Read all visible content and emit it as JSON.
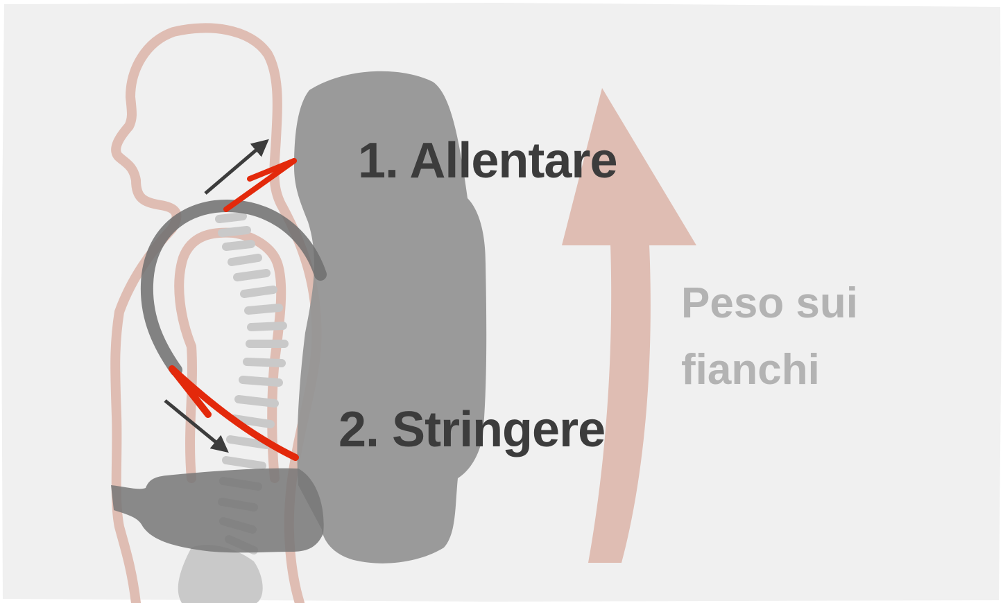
{
  "diagram": {
    "step_loosen": "1. Allentare",
    "step_tighten": "2. Stringere",
    "weight_line1": "Peso sui",
    "weight_line2": "fianchi"
  },
  "colors": {
    "background": "#f0f0f0",
    "body_outline": "#dfbdb3",
    "weight_arrow": "#dfbdb3",
    "backpack": "#959595",
    "straps_gray": "#6e6e6e",
    "spine": "#c9c9c9",
    "strap_red": "#e3290b",
    "direction_arrow": "#3c3c3c",
    "step_text": "#3c3c3c",
    "weight_text": "#b3b3b3"
  },
  "icons": {
    "arrow_loosen": "arrow-up-right-icon",
    "arrow_tighten": "arrow-down-right-icon",
    "weight_arrow": "arrow-up-icon"
  }
}
